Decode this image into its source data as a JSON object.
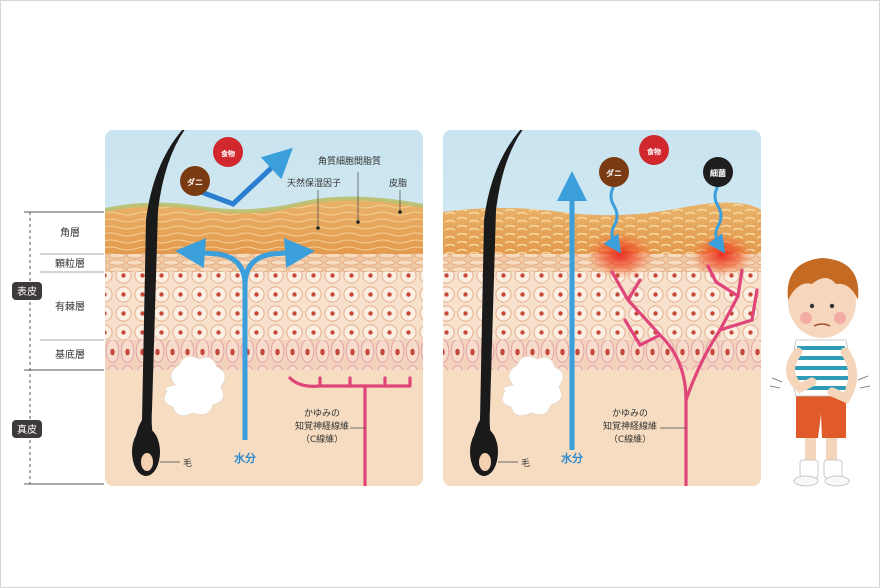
{
  "layers": {
    "kakuso": "角層",
    "karyuso": "顆粒層",
    "yukyokuso": "有棘層",
    "kitaiso": "基底層",
    "hyohi": "表皮",
    "shinpi": "真皮"
  },
  "left_panel": {
    "antigen_food": "食物",
    "antigen_mite": "ダニ",
    "ceramide": "角質細胞間脂質",
    "nmf": "天然保湿因子",
    "sebum": "皮脂",
    "nerve_line1": "かゆみの",
    "nerve_line2": "知覚神経線維",
    "nerve_line3": "（C線維）",
    "water": "水分",
    "hair": "毛"
  },
  "right_panel": {
    "antigen_food": "食物",
    "antigen_mite": "ダニ",
    "antigen_bacteria": "細菌",
    "nerve_line1": "かゆみの",
    "nerve_line2": "知覚神経線維",
    "nerve_line3": "（C線維）",
    "water": "水分",
    "hair": "毛"
  },
  "colors": {
    "sky": "#cfe7f0",
    "stratum": "#e9a65a",
    "dermis": "#f6dcc0",
    "water_arrow": "#3b9fdc",
    "nerve": "#e0457a",
    "antigen_red": "#d0282c",
    "antigen_brown": "#7a3a12",
    "antigen_black": "#1e1e1e"
  }
}
